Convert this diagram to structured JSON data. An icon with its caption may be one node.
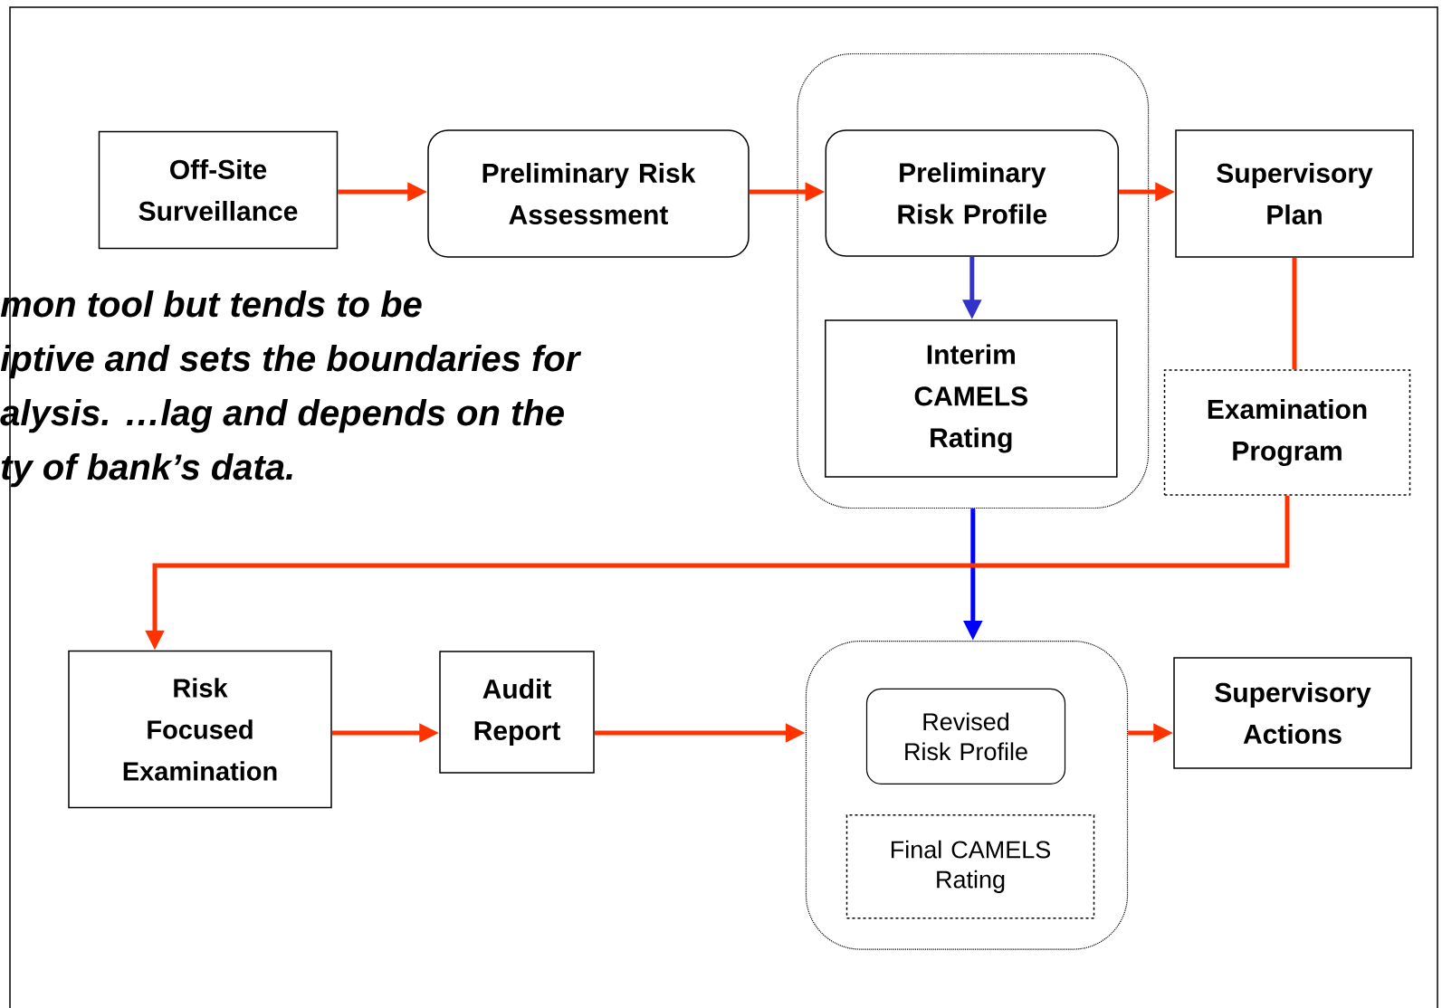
{
  "diagram": {
    "nodes": [
      {
        "text": [
          "Off-Site Surveillance"
        ]
      },
      {
        "text": [
          "Preliminary Risk Assessment"
        ]
      },
      {
        "text": [],
        "shape": "box"
      },
      {
        "text": [
          "Preliminary Risk Profile"
        ],
        "in": 2
      },
      {
        "text": [
          "Interim CAMELS Rating"
        ],
        "in": 2
      },
      {
        "text": [
          "Supervisory Plan"
        ]
      },
      {
        "text": [
          "Examination Program"
        ]
      },
      {
        "text": [
          "Risk Focused Examination"
        ]
      },
      {
        "text": [
          "Audit Report"
        ]
      },
      {
        "text": [],
        "shape": "box"
      },
      {
        "text": [
          "Revised Risk Profile"
        ],
        "in": 9
      },
      {
        "text": [
          "Final CAMELS Rating"
        ],
        "in": 9
      },
      {
        "text": [
          "Supervisory Actions"
        ]
      }
    ],
    "edges": [
      {
        "from": 0,
        "to": 1,
        "arrow": "to"
      },
      {
        "from": 1,
        "to": 3,
        "arrow": "to"
      },
      {
        "from": 3,
        "to": 5,
        "arrow": "to"
      },
      {
        "from": 3,
        "to": 4,
        "arrow": "to",
        "color": "#3333cc"
      },
      {
        "from": 2,
        "to": 9,
        "arrow": "to",
        "color": "#0000ff"
      },
      {
        "from": 5,
        "to": 6,
        "arrow": "none"
      },
      {
        "from": 6,
        "to": 7,
        "arrow": "to"
      },
      {
        "from": 7,
        "to": 8,
        "arrow": "to"
      },
      {
        "from": 8,
        "to": 9,
        "arrow": "to"
      },
      {
        "from": 9,
        "to": 12,
        "arrow": "to"
      }
    ],
    "labels": [
      "mon tool but tends to be",
      "iptive and sets the boundaries for",
      "alysis. …lag and depends on the",
      "ty of bank’s data."
    ]
  }
}
